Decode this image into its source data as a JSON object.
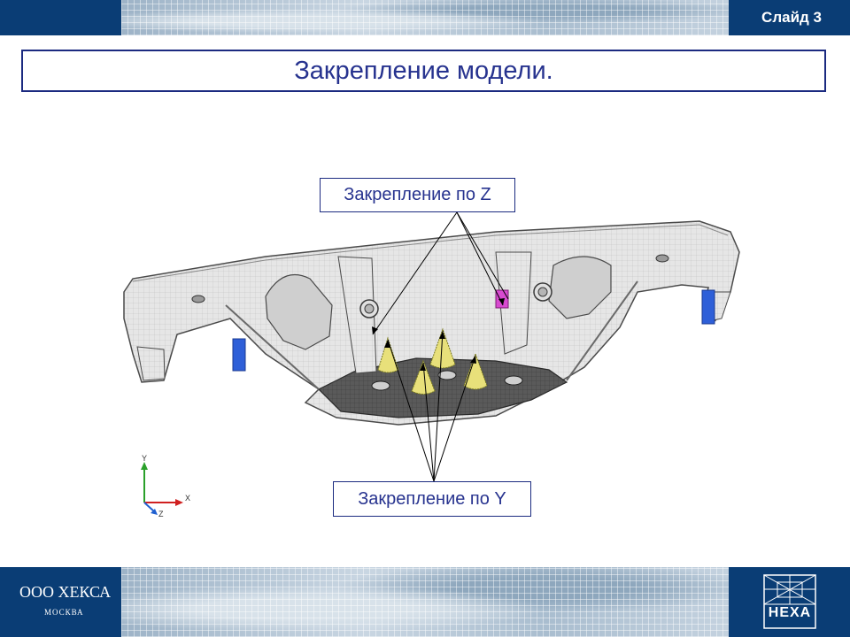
{
  "header": {
    "slide_number": "Слайд 3"
  },
  "title": "Закрепление модели.",
  "callouts": {
    "z_fixation": "Закрепление по Z",
    "y_fixation": "Закрепление по Y"
  },
  "axes": {
    "y": "Y",
    "x": "X",
    "z": "Z"
  },
  "footer": {
    "company": "ООО ХЕКСА",
    "city": "МОСКВА",
    "logo_text": "HEXA"
  },
  "colors": {
    "band_dark": "#0a3d75",
    "title_text": "#27338f",
    "border": "#1b2a80",
    "cone": "#e8e07a",
    "fixation_blue": "#2e5fd8",
    "fixation_magenta": "#d84ad0"
  }
}
